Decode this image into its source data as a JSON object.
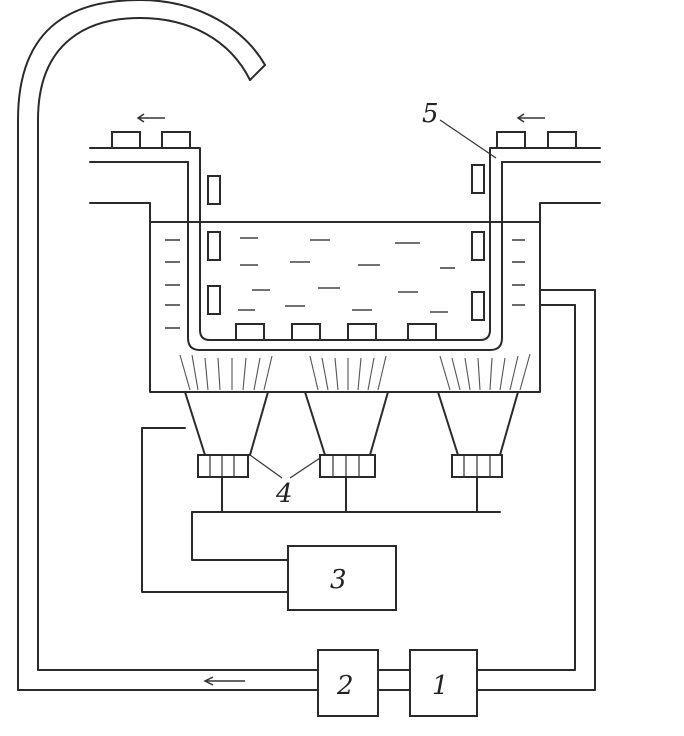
{
  "labels": {
    "unit1": "1",
    "unit2": "2",
    "unit3": "3",
    "transducers": "4",
    "part": "5"
  }
}
